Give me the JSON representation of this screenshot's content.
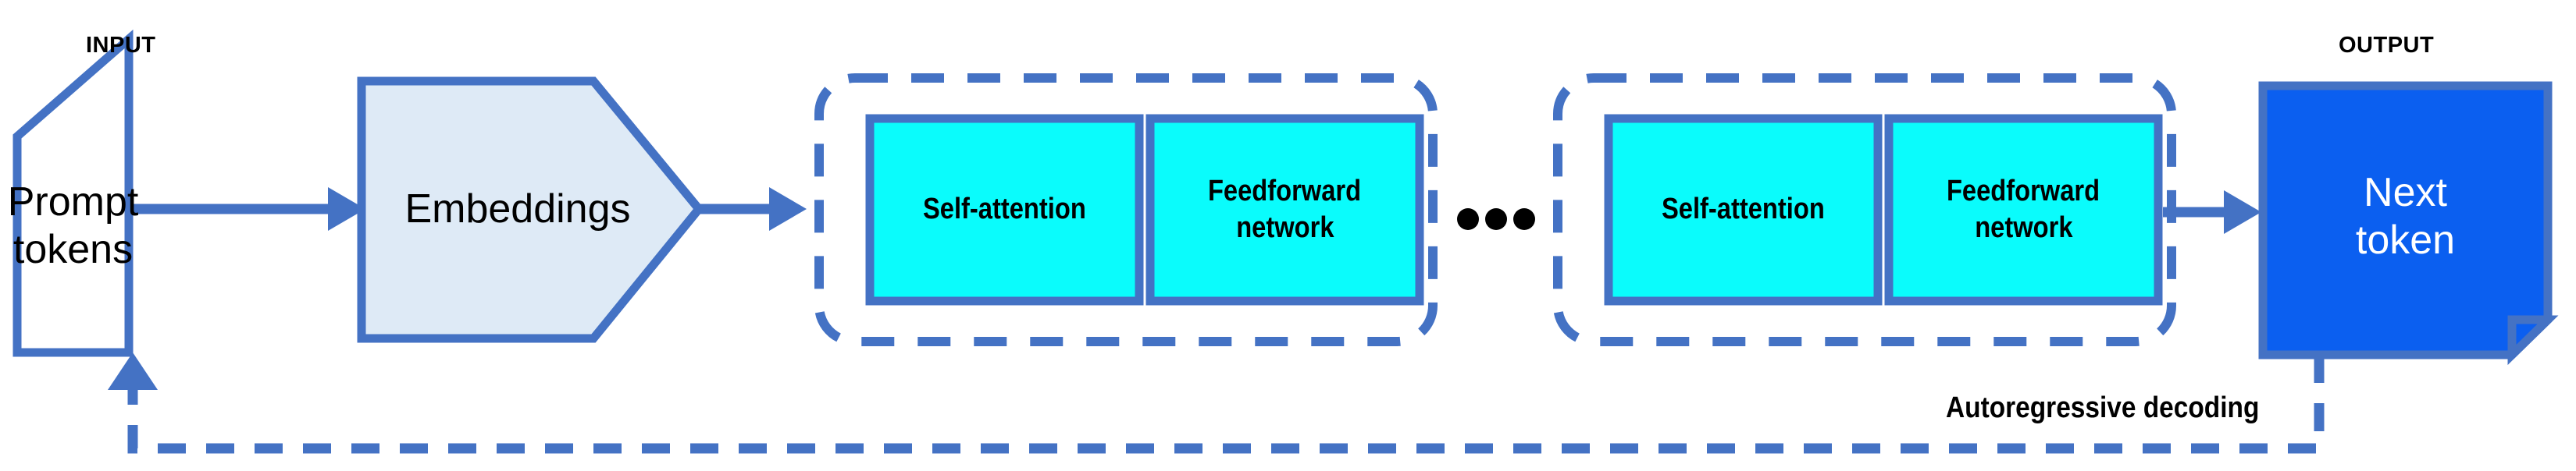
{
  "diagram": {
    "title": "Autoregressive transformer decoding pipeline",
    "background_color": "#ffffff",
    "accent_blue": "#4472C4",
    "cyan_fill": "#0AFCFC",
    "light_blue_fill": "#DEEAF6",
    "output_fill": "#0B5FF0",
    "text_color": "#000000"
  },
  "labels": {
    "input_caption": "INPUT",
    "output_caption": "OUTPUT",
    "feedback": "Autoregressive decoding",
    "ellipsis": "•  •  •"
  },
  "nodes": {
    "input": {
      "line1": "Prompt",
      "line2": "tokens",
      "shape": "trapezoid",
      "fill": "#ffffff",
      "stroke": "#4472C4"
    },
    "embeddings": {
      "label": "Embeddings",
      "shape": "pentagon-arrow",
      "fill": "#DEEAF6",
      "stroke": "#4472C4"
    },
    "output": {
      "line1": "Next",
      "line2": "token",
      "shape": "folded-corner-document",
      "fill": "#0B5FF0",
      "stroke": "#4472C4",
      "text_color": "#ffffff"
    }
  },
  "transformer_blocks": [
    {
      "id": "block-first",
      "container_style": "dashed-rounded",
      "sublayers": [
        {
          "label": "Self-attention",
          "fill": "#0AFCFC",
          "stroke": "#4472C4"
        },
        {
          "label_line1": "Feedforward",
          "label_line2": "network",
          "fill": "#0AFCFC",
          "stroke": "#4472C4"
        }
      ]
    },
    {
      "id": "block-last",
      "container_style": "dashed-rounded",
      "sublayers": [
        {
          "label": "Self-attention",
          "fill": "#0AFCFC",
          "stroke": "#4472C4"
        },
        {
          "label_line1": "Feedforward",
          "label_line2": "network",
          "fill": "#0AFCFC",
          "stroke": "#4472C4"
        }
      ]
    }
  ],
  "connectors": [
    {
      "name": "input-to-embeddings",
      "style": "solid-arrow",
      "color": "#4472C4"
    },
    {
      "name": "embeddings-to-first-block",
      "style": "solid-arrow",
      "color": "#4472C4"
    },
    {
      "name": "last-block-to-output",
      "style": "solid-arrow",
      "color": "#4472C4"
    },
    {
      "name": "output-to-input-feedback",
      "style": "dashed-arrow",
      "color": "#4472C4"
    }
  ]
}
